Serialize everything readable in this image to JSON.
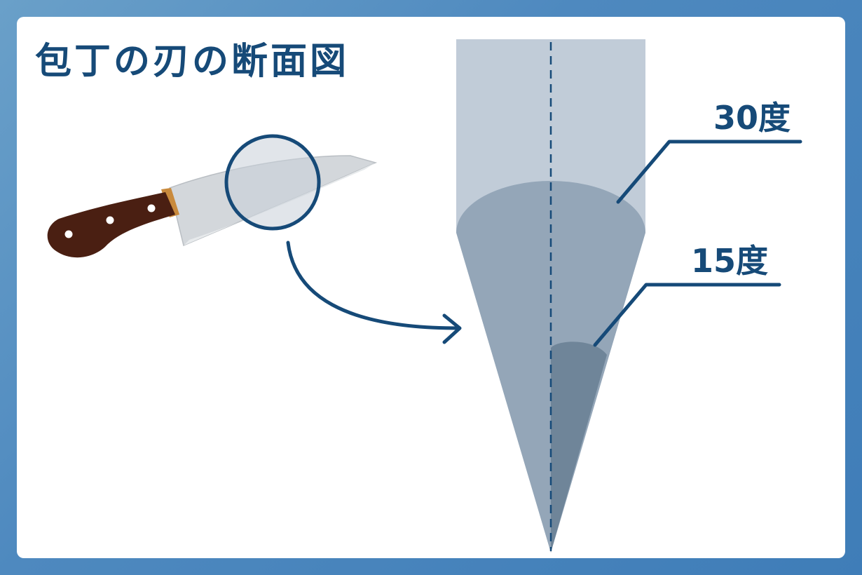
{
  "title": "包丁の刃の断面図",
  "angles": {
    "large": "30度",
    "small": "15度"
  },
  "colors": {
    "background": "#4e89bf",
    "title": "#164a78",
    "blade_body": "#c1ccd8",
    "bevel_30": "#94a6b8",
    "bevel_15": "#6f8599",
    "handle": "#4a1f12",
    "bolster": "#c98a3c"
  },
  "icons": [
    "kitchen-knife-icon",
    "magnifier-circle-icon",
    "curved-arrow-icon"
  ]
}
